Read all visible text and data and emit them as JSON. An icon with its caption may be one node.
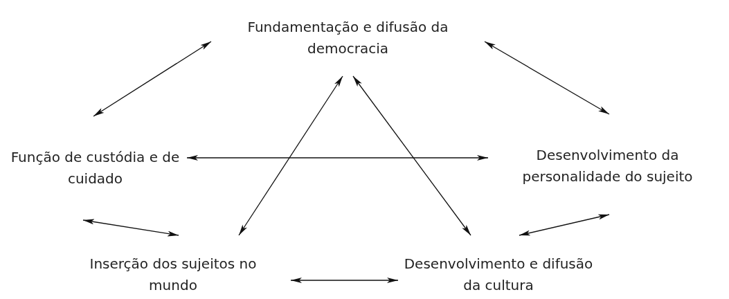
{
  "diagram": {
    "nodes": [
      {
        "text": [
          "Fundamentação e difusão da democracia"
        ]
      },
      {
        "text": [
          "Função de custódia e de cuidado"
        ]
      },
      {
        "text": [
          "Desenvolvimento da personalidade do sujeito"
        ]
      },
      {
        "text": [
          "Inserção dos sujeitos no mundo"
        ]
      },
      {
        "text": [
          "Desenvolvimento e difusão da cultura"
        ]
      }
    ],
    "edges": [
      {
        "from": 0,
        "to": 1,
        "arrow": "both"
      },
      {
        "from": 0,
        "to": 2,
        "arrow": "both"
      },
      {
        "from": 1,
        "to": 2,
        "arrow": "both"
      },
      {
        "from": 0,
        "to": 3,
        "arrow": "both"
      },
      {
        "from": 0,
        "to": 4,
        "arrow": "both"
      },
      {
        "from": 1,
        "to": 3,
        "arrow": "both"
      },
      {
        "from": 2,
        "to": 4,
        "arrow": "both"
      },
      {
        "from": 3,
        "to": 4,
        "arrow": "both"
      }
    ]
  }
}
